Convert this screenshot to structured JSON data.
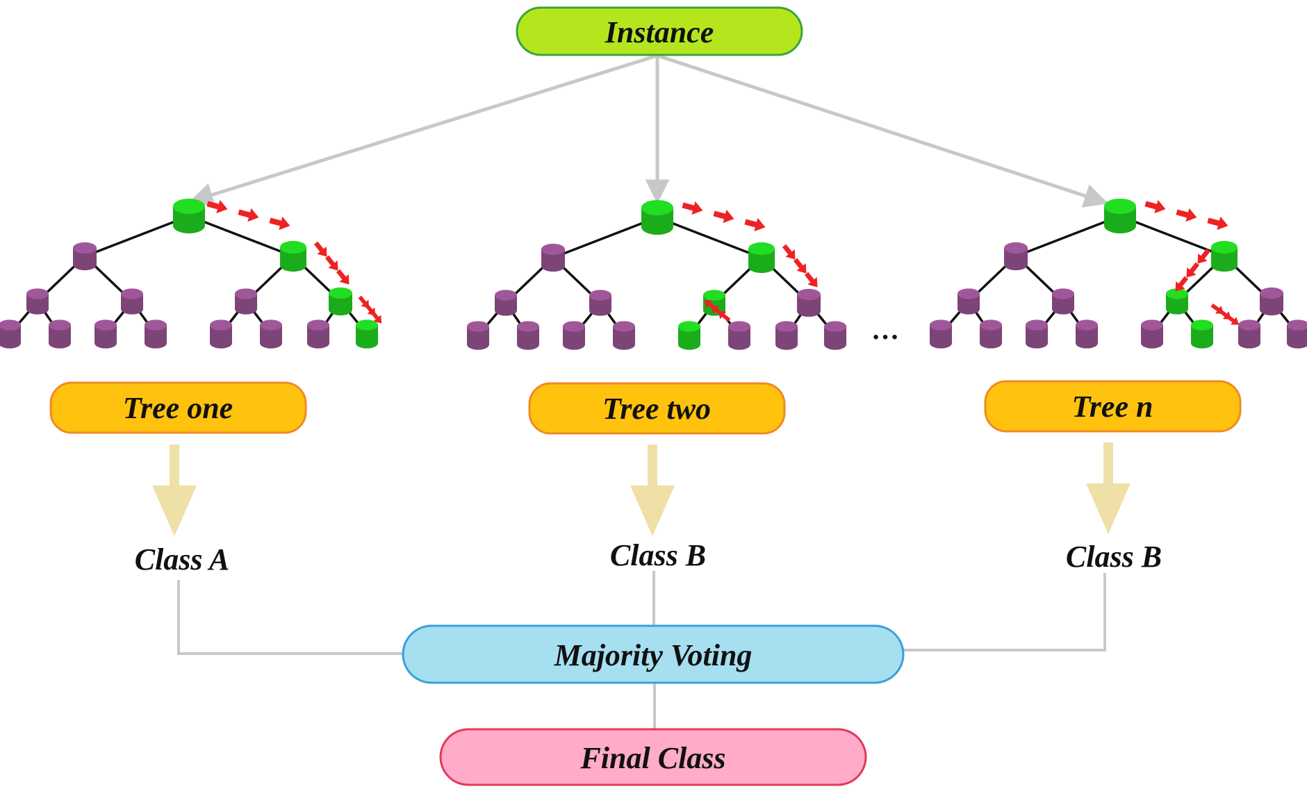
{
  "instance": {
    "label": "Instance",
    "fill": "#b5e61d",
    "stroke": "#3aa43a"
  },
  "trees": [
    {
      "label": "Tree one",
      "class_label": "Class A"
    },
    {
      "label": "Tree two",
      "class_label": "Class B"
    },
    {
      "label": "Tree n",
      "class_label": "Class B"
    }
  ],
  "ellipsis": "…",
  "majority": {
    "label": "Majority Voting",
    "fill": "#a6dff0",
    "stroke": "#3a9fd8"
  },
  "final": {
    "label": "Final Class",
    "fill": "#ffabc9",
    "stroke": "#e03a5a"
  },
  "colors": {
    "tree_label_fill": "#ffc20e",
    "tree_label_stroke": "#f08a24",
    "node_purple": "#a0579a",
    "node_green": "#22dd22",
    "path_arrow": "#ee2222",
    "connector_gray": "#c8c8c8",
    "down_arrow": "#efe0a8"
  }
}
